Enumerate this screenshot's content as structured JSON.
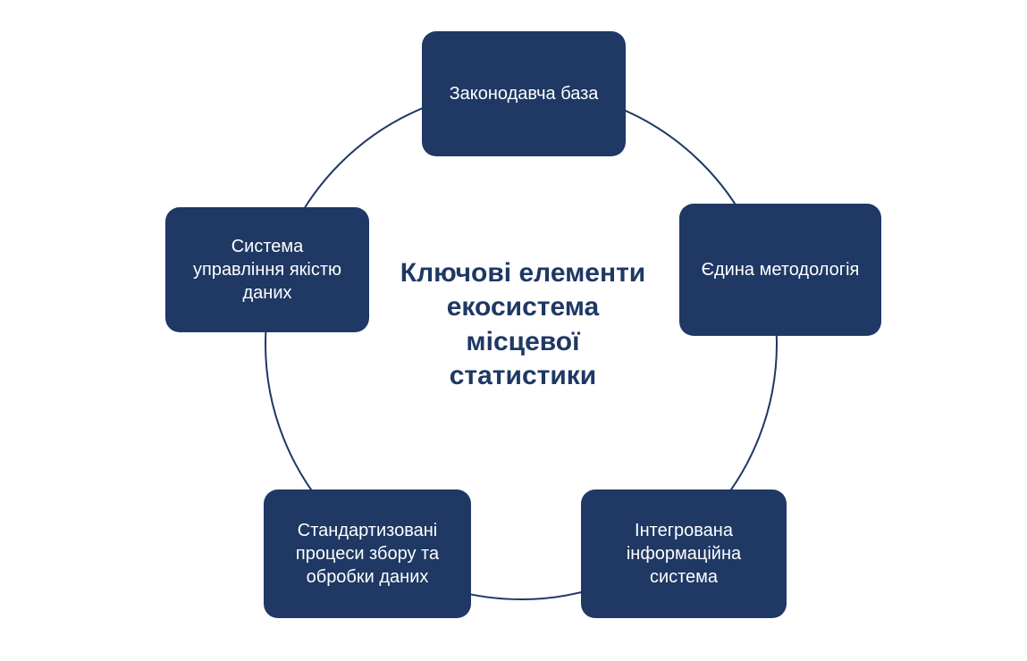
{
  "diagram": {
    "title": "Ключові елементи екосистема місцевої статистики",
    "title_lines": [
      "Ключові елементи",
      "екосистема",
      "місцевої",
      "статистики"
    ],
    "nodes": [
      {
        "id": "top",
        "label": "Законодавча база"
      },
      {
        "id": "right",
        "label": "Єдина методологія"
      },
      {
        "id": "bottom-right",
        "label": "Інтегрована інформаційна система"
      },
      {
        "id": "bottom-left",
        "label": "Стандартизовані процеси збору та обробки даних"
      },
      {
        "id": "left",
        "label": "Система управління якістю даних"
      }
    ],
    "colors": {
      "node_bg": "#1F3864",
      "node_text": "#FFFFFF",
      "title_color": "#1F3864",
      "circle_stroke": "#1F3864"
    }
  }
}
